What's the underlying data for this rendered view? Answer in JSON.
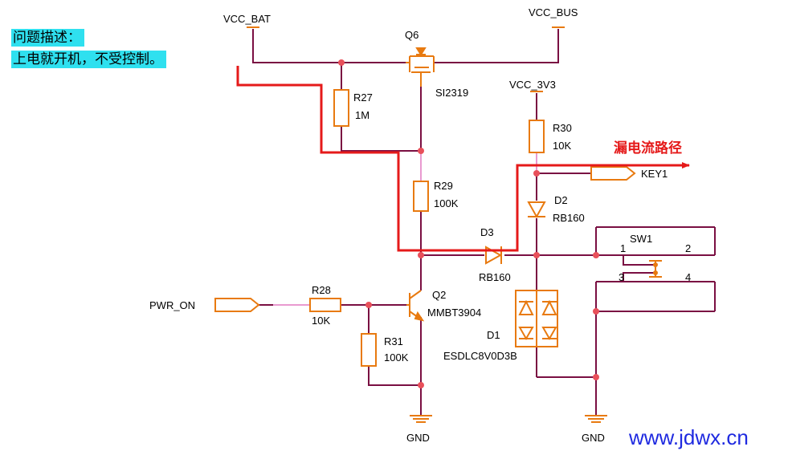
{
  "problem": {
    "title": "问题描述：",
    "description": "上电就开机，不受控制。"
  },
  "annotation": {
    "leak_path_label": "漏电流路径",
    "leak_path_color": "#e51a1a"
  },
  "watermark": "www.jdwx.cn",
  "colors": {
    "wire": "#7a0f42",
    "component": "#e87a10",
    "junction": "#e8505a",
    "note_bg": "#2fe0ef",
    "watermark": "#1f2ae0"
  },
  "nets": {
    "vcc_bat": "VCC_BAT",
    "vcc_bus": "VCC_BUS",
    "vcc_3v3": "VCC_3V3",
    "pwr_on": "PWR_ON",
    "key1": "KEY1",
    "gnd_left": "GND",
    "gnd_right": "GND"
  },
  "components": {
    "q6": {
      "ref": "Q6",
      "value": "SI2319"
    },
    "r27": {
      "ref": "R27",
      "value": "1M"
    },
    "r29": {
      "ref": "R29",
      "value": "100K"
    },
    "r30": {
      "ref": "R30",
      "value": "10K"
    },
    "d2": {
      "ref": "D2",
      "value": "RB160"
    },
    "d3": {
      "ref": "D3",
      "value": "RB160"
    },
    "sw1": {
      "ref": "SW1",
      "pin1": "1",
      "pin2": "2",
      "pin3": "3",
      "pin4": "4"
    },
    "q2": {
      "ref": "Q2",
      "value": "MMBT3904"
    },
    "r28": {
      "ref": "R28",
      "value": "10K"
    },
    "r31": {
      "ref": "R31",
      "value": "100K"
    },
    "d1": {
      "ref": "D1",
      "value": "ESDLC8V0D3B"
    }
  }
}
